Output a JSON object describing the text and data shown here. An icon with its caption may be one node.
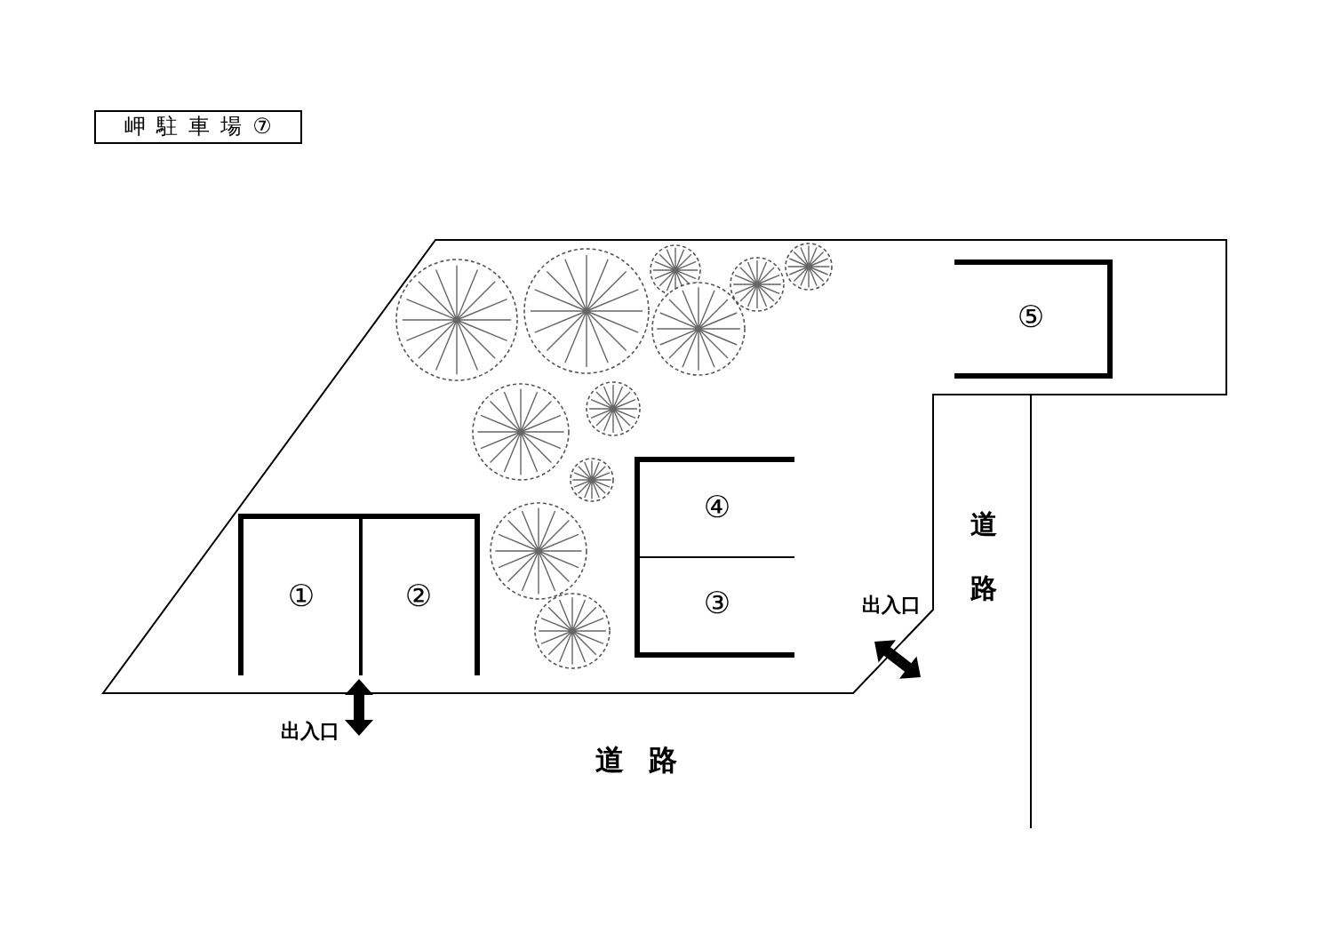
{
  "diagram": {
    "title": "岬駐車場⑦",
    "nodes": [
      {
        "text": [
          "⑤"
        ]
      },
      {
        "text": [
          "④"
        ]
      },
      {
        "text": [
          "①"
        ]
      },
      {
        "text": [
          "②"
        ]
      },
      {
        "text": [
          "③"
        ]
      }
    ],
    "labels": [
      "道路",
      "出入口",
      "出入口",
      "道路"
    ]
  }
}
